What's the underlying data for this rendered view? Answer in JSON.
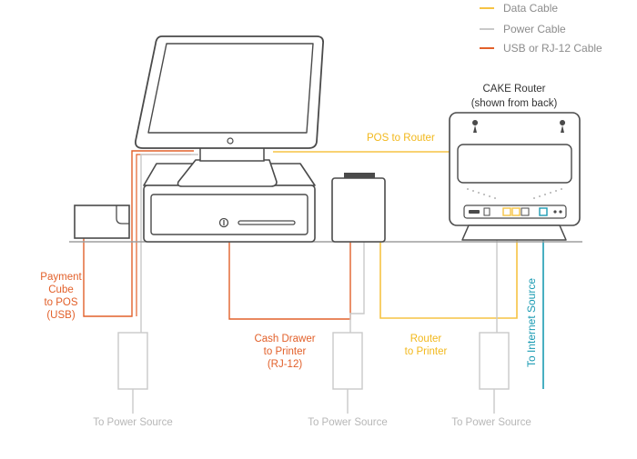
{
  "colors": {
    "data_cable": "#f6c343",
    "power_cable": "#c9c9c9",
    "usb_cable": "#e2602a",
    "internet_cable": "#1b9bb3",
    "outline": "#4a4a4a"
  },
  "legend": [
    {
      "label": "Data Cable",
      "color": "#f6c343"
    },
    {
      "label": "Power Cable",
      "color": "#c9c9c9"
    },
    {
      "label": "USB or RJ-12 Cable",
      "color": "#e2602a"
    }
  ],
  "router": {
    "title_line1": "CAKE Router",
    "title_line2": "(shown from back)"
  },
  "labels": {
    "pos_to_router": "POS to Router",
    "payment_cube_lines": [
      "Payment",
      "Cube",
      "to POS",
      "(USB)"
    ],
    "cash_drawer_lines": [
      "Cash Drawer",
      "to Printer",
      "(RJ-12)"
    ],
    "router_printer_lines": [
      "Router",
      "to Printer"
    ],
    "internet_source": "To Internet Source",
    "power_sources": [
      "To Power Source",
      "To Power Source",
      "To Power Source"
    ]
  },
  "devices": [
    {
      "name": "pos-terminal"
    },
    {
      "name": "cash-drawer"
    },
    {
      "name": "payment-cube"
    },
    {
      "name": "receipt-printer"
    },
    {
      "name": "router"
    }
  ]
}
